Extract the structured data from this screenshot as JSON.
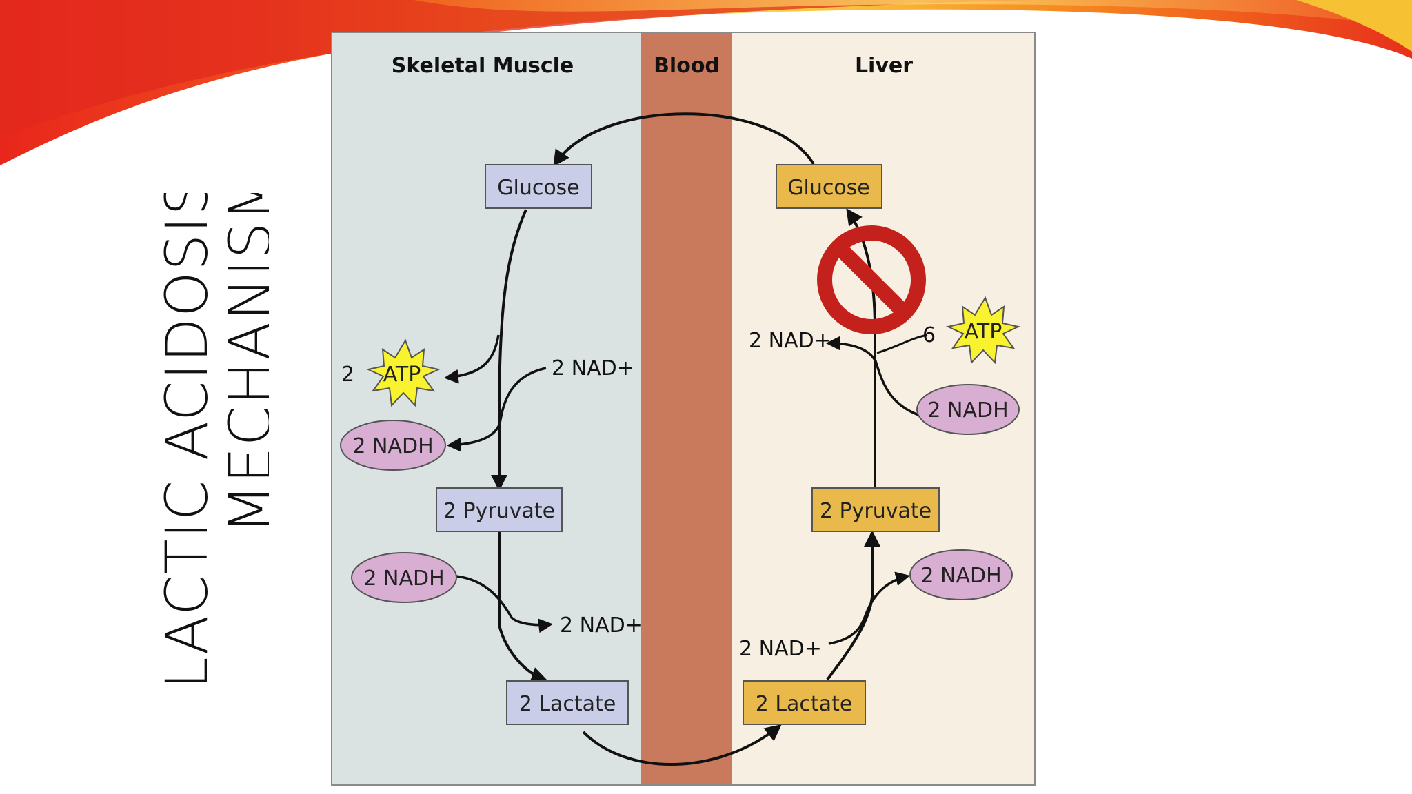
{
  "slide": {
    "title_line1": "LACTIC ACIDOSIS",
    "title_line2": "MECHANISM"
  },
  "diagram": {
    "zones": {
      "muscle": "Skeletal Muscle",
      "blood": "Blood",
      "liver": "Liver"
    },
    "muscle": {
      "glucose": "Glucose",
      "atp_count": "2",
      "atp": "ATP",
      "nad_in": "2 NAD+",
      "nadh_out": "2 NADH",
      "pyruvate": "2 Pyruvate",
      "nadh_in": "2 NADH",
      "nad_out": "2 NAD+",
      "lactate": "2 Lactate"
    },
    "liver": {
      "glucose": "Glucose",
      "nad_out": "2 NAD+",
      "atp_count": "6",
      "atp": "ATP",
      "nadh_in": "2 NADH",
      "pyruvate": "2 Pyruvate",
      "nadh_out": "2 NADH",
      "nad_in": "2 NAD+",
      "lactate": "2 Lactate"
    },
    "block_icon": "prohibited-icon"
  },
  "colors": {
    "muscle_bg": "#dae3e2",
    "blood": "#c97a5c",
    "liver_bg": "#f7f0e2",
    "muscle_box": "#c9cde8",
    "liver_box": "#eab94b",
    "nadh_ellipse": "#d8aed2",
    "atp_star": "#f9f22e",
    "block": "#c4211c"
  }
}
